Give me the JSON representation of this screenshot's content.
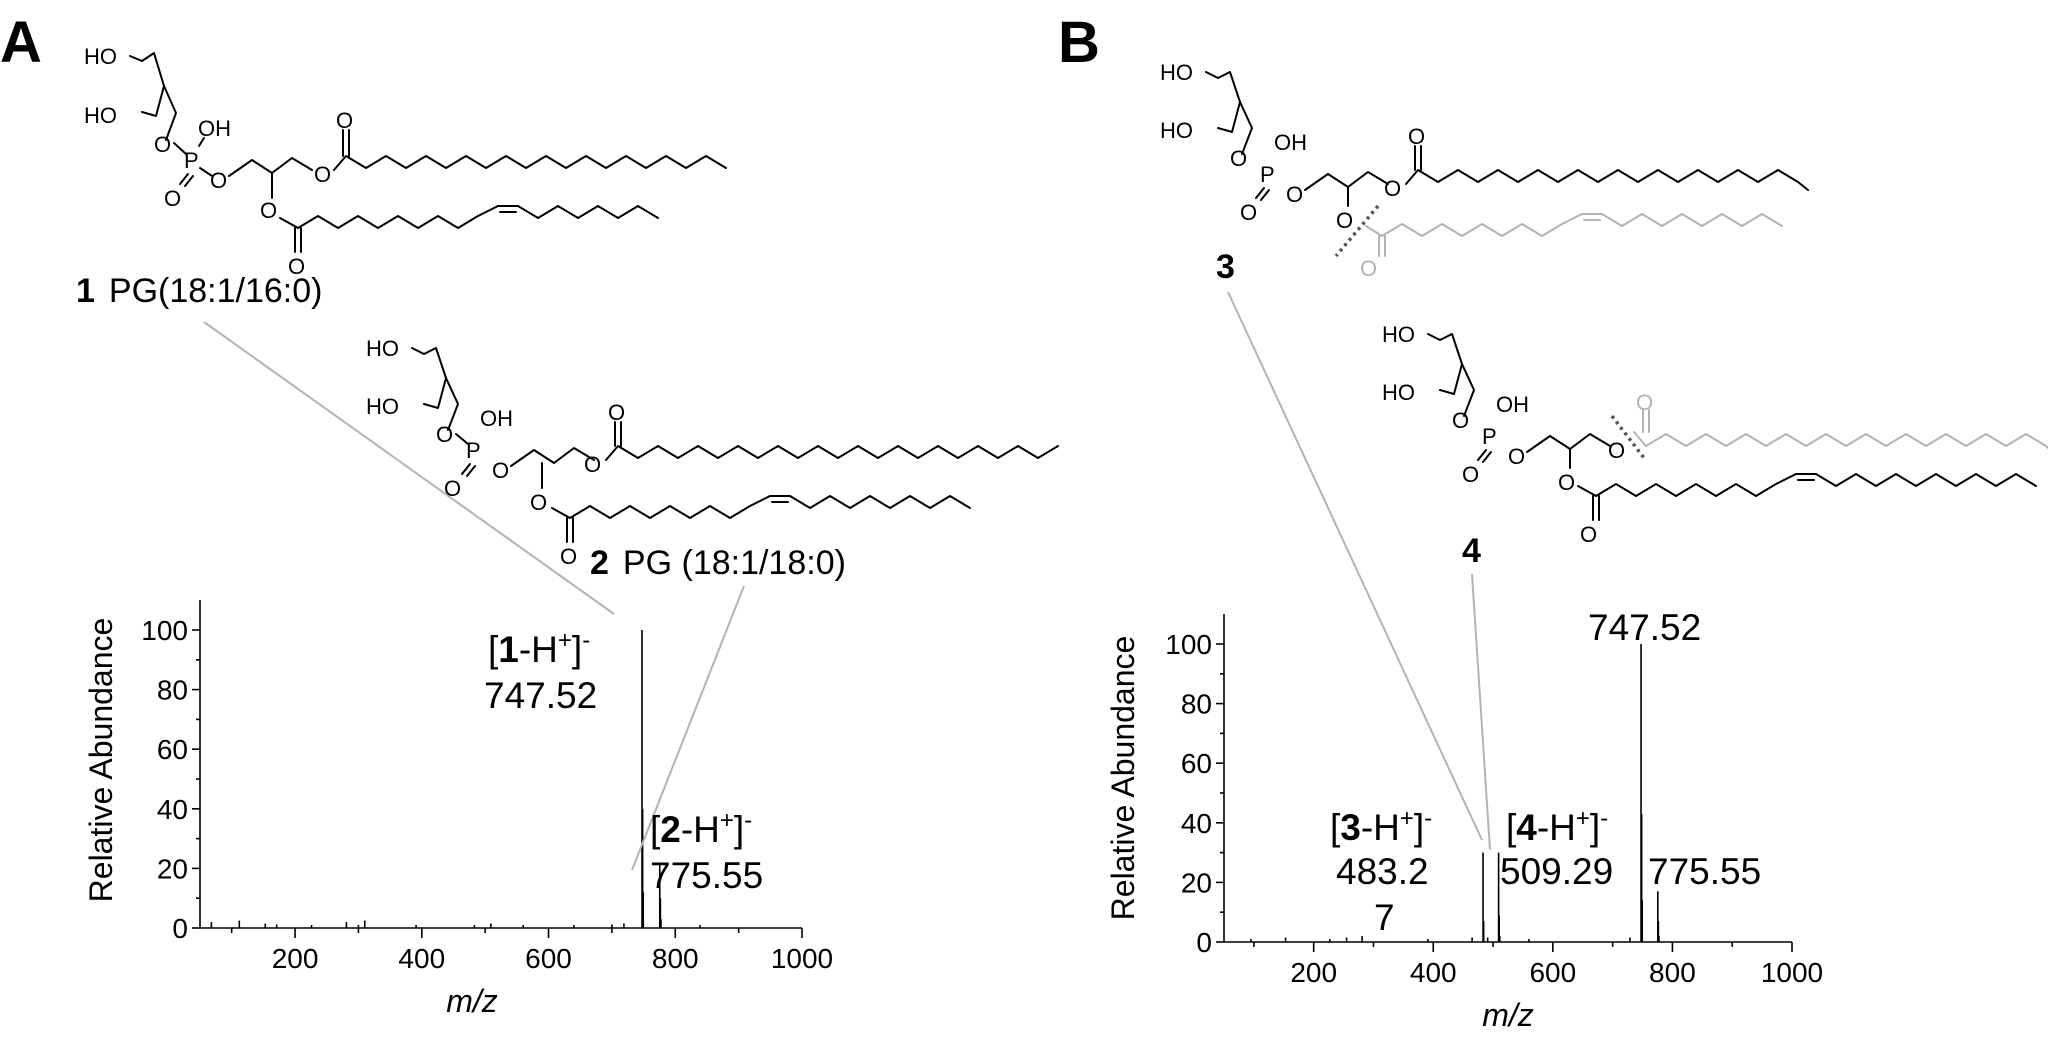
{
  "panels": {
    "a": {
      "letter": "A"
    },
    "b": {
      "letter": "B"
    }
  },
  "compounds": {
    "c1": {
      "number": "1",
      "name": "PG(18:1/16:0)"
    },
    "c2": {
      "number": "2",
      "name": "PG (18:1/18:0)"
    },
    "c3": {
      "number": "3"
    },
    "c4": {
      "number": "4"
    }
  },
  "atoms": {
    "ho": "HO",
    "oh": "OH",
    "o": "O",
    "p": "P"
  },
  "ion_labels": {
    "a_peak1": {
      "open": "[",
      "num": "1",
      "mid": "-H",
      "sup": "+",
      "close": "]",
      "charge": "-",
      "mz": "747.52"
    },
    "a_peak2": {
      "open": "[",
      "num": "2",
      "mid": "-H",
      "sup": "+",
      "close": "]",
      "charge": "-",
      "mz": "775.55"
    },
    "b_peak747": {
      "mz": "747.52"
    },
    "b_peak775": {
      "mz": "775.55"
    },
    "b_peak3": {
      "open": "[",
      "num": "3",
      "mid": "-H",
      "sup": "+",
      "close": "]",
      "charge": "-",
      "mz_line1": "483.2",
      "mz_line2": "7"
    },
    "b_peak4": {
      "open": "[",
      "num": "4",
      "mid": "-H",
      "sup": "+",
      "close": "]",
      "charge": "-",
      "mz": "509.29"
    }
  },
  "chart_data": [
    {
      "type": "bar",
      "panel": "A",
      "xlabel": "m/z",
      "ylabel": "Relative Abundance",
      "xlim": [
        50,
        1000
      ],
      "ylim": [
        0,
        110
      ],
      "xticks": [
        200,
        400,
        600,
        800,
        1000
      ],
      "yticks": [
        0,
        20,
        40,
        60,
        80,
        100
      ],
      "peaks": [
        {
          "mz": 747.52,
          "abundance": 100
        },
        {
          "mz": 748.5,
          "abundance": 40
        },
        {
          "mz": 749.5,
          "abundance": 12
        },
        {
          "mz": 775.55,
          "abundance": 22
        },
        {
          "mz": 776.5,
          "abundance": 10
        },
        {
          "mz": 777.5,
          "abundance": 3
        },
        {
          "mz": 68,
          "abundance": 2
        },
        {
          "mz": 112,
          "abundance": 2.5
        },
        {
          "mz": 153,
          "abundance": 1.5
        },
        {
          "mz": 171,
          "abundance": 1.2
        },
        {
          "mz": 226,
          "abundance": 1
        },
        {
          "mz": 281,
          "abundance": 2
        },
        {
          "mz": 300,
          "abundance": 1
        },
        {
          "mz": 310,
          "abundance": 2.5
        },
        {
          "mz": 391,
          "abundance": 1
        },
        {
          "mz": 483,
          "abundance": 1
        },
        {
          "mz": 509,
          "abundance": 1.5
        },
        {
          "mz": 560,
          "abundance": 1
        },
        {
          "mz": 640,
          "abundance": 1
        },
        {
          "mz": 700,
          "abundance": 1.2
        },
        {
          "mz": 719,
          "abundance": 1.5
        },
        {
          "mz": 839,
          "abundance": 1
        }
      ]
    },
    {
      "type": "bar",
      "panel": "B",
      "xlabel": "m/z",
      "ylabel": "Relative Abundance",
      "xlim": [
        50,
        1000
      ],
      "ylim": [
        0,
        110
      ],
      "xticks": [
        200,
        400,
        600,
        800,
        1000
      ],
      "yticks": [
        0,
        20,
        40,
        60,
        80,
        100
      ],
      "peaks": [
        {
          "mz": 747.52,
          "abundance": 100
        },
        {
          "mz": 748.5,
          "abundance": 43
        },
        {
          "mz": 749.5,
          "abundance": 14
        },
        {
          "mz": 775.55,
          "abundance": 17
        },
        {
          "mz": 776.5,
          "abundance": 7
        },
        {
          "mz": 777.5,
          "abundance": 2
        },
        {
          "mz": 483.27,
          "abundance": 30
        },
        {
          "mz": 484.3,
          "abundance": 7
        },
        {
          "mz": 509.29,
          "abundance": 30
        },
        {
          "mz": 510.3,
          "abundance": 9
        },
        {
          "mz": 511.3,
          "abundance": 2
        },
        {
          "mz": 95,
          "abundance": 1
        },
        {
          "mz": 153,
          "abundance": 1.5
        },
        {
          "mz": 227,
          "abundance": 1
        },
        {
          "mz": 255,
          "abundance": 1.5
        },
        {
          "mz": 281,
          "abundance": 2
        },
        {
          "mz": 391,
          "abundance": 1
        },
        {
          "mz": 465,
          "abundance": 1.5
        },
        {
          "mz": 491,
          "abundance": 1.5
        },
        {
          "mz": 560,
          "abundance": 1
        },
        {
          "mz": 729,
          "abundance": 1.5
        }
      ]
    }
  ]
}
